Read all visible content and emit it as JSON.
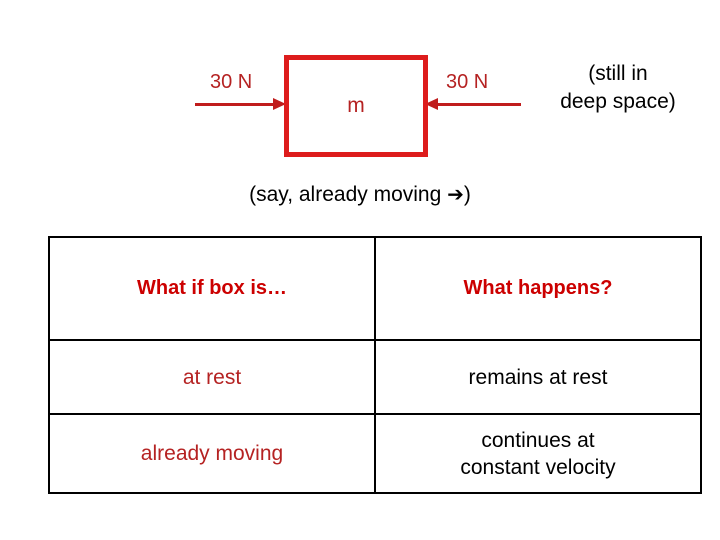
{
  "diagram": {
    "mass_label": "m",
    "left_force": "30 N",
    "right_force": "30 N",
    "space_note_line1": "(still in",
    "space_note_line2": "deep space)",
    "moving_note_text": "(say, already moving ",
    "moving_note_arrow": "➔",
    "moving_note_close": ")",
    "box_stroke_color": "#dd1c1c",
    "arrow_color": "#c01c1c",
    "text_color": "#000000"
  },
  "table": {
    "headers": {
      "condition": "What if box is…",
      "result": "What happens?"
    },
    "rows": [
      {
        "condition": "at rest",
        "result_line1": "remains at rest",
        "result_line2": ""
      },
      {
        "condition": "already moving",
        "result_line1": "continues at",
        "result_line2": "constant velocity"
      }
    ],
    "header_color": "#cc0000",
    "condition_color": "#b52222",
    "result_color": "#000000",
    "border_color": "#000000"
  }
}
